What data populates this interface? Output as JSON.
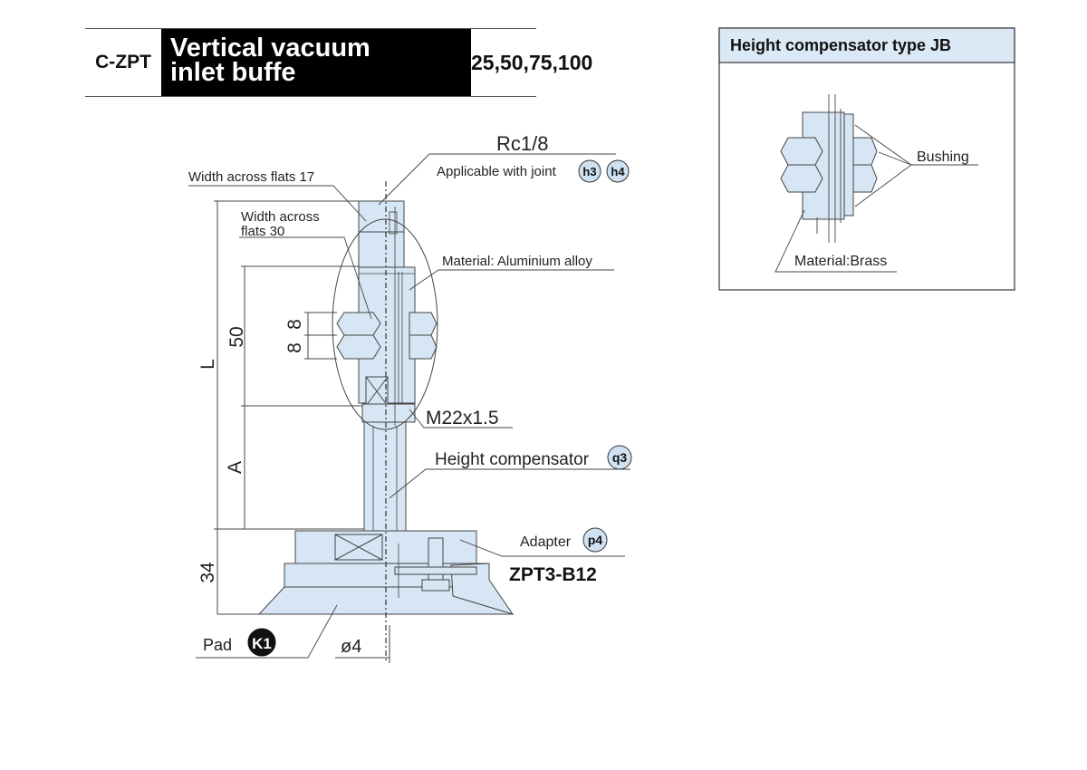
{
  "header": {
    "model": "C-ZPT",
    "title_line1": "Vertical vacuum",
    "title_line2": "inlet buffe",
    "sizes": "25,50,75,100"
  },
  "main": {
    "port_thread": "Rc1/8",
    "applicable_joint": "Applicable with joint",
    "joint_badge_1": "h3",
    "joint_badge_2": "h4",
    "width_flats_17": "Width across flats 17",
    "width_flats_30_l1": "Width across",
    "width_flats_30_l2": "flats 30",
    "material": "Material: Aluminium alloy",
    "dim_50": "50",
    "dim_8a": "8",
    "dim_8b": "8",
    "dim_L": "L",
    "dim_A": "A",
    "thread_M22": "M22x1.5",
    "height_compensator": "Height compensator",
    "hc_badge": "q3",
    "adapter": "Adapter",
    "adapter_badge": "p4",
    "adapter_model": "ZPT3-B12",
    "dim_34": "34",
    "pad": "Pad",
    "pad_badge": "K1",
    "dim_dia4": "ø4"
  },
  "inset": {
    "title": "Height compensator type JB",
    "bushing": "Bushing",
    "material": "Material:Brass"
  },
  "colors": {
    "part_fill": "#d6e6f5",
    "outline": "#444444",
    "badge_fill": "#cfe2f3",
    "inset_title_bg": "#dbe9f6"
  }
}
